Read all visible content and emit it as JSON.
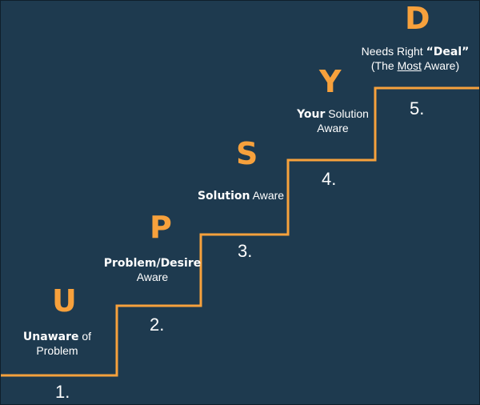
{
  "colors": {
    "background": "#1e3a4f",
    "accent": "#f7a13c",
    "text": "#ffffff"
  },
  "stages": [
    {
      "letter": "U",
      "number": "1.",
      "label_bold": "Unaware",
      "label_rest": " of",
      "label_line2": "Problem"
    },
    {
      "letter": "P",
      "number": "2.",
      "label_bold": "Problem/Desire",
      "label_rest": "",
      "label_line2": "Aware"
    },
    {
      "letter": "S",
      "number": "3.",
      "label_bold": "Solution",
      "label_rest": " Aware",
      "label_line2": ""
    },
    {
      "letter": "Y",
      "number": "4.",
      "label_bold": "Your",
      "label_rest": " Solution",
      "label_line2": "Aware"
    },
    {
      "letter": "D",
      "number": "5.",
      "label_pre": "Needs Right ",
      "label_bold": "“Deal”",
      "label_line2_pre": "(The ",
      "label_line2_underline": "Most",
      "label_line2_post": " Aware)"
    }
  ]
}
